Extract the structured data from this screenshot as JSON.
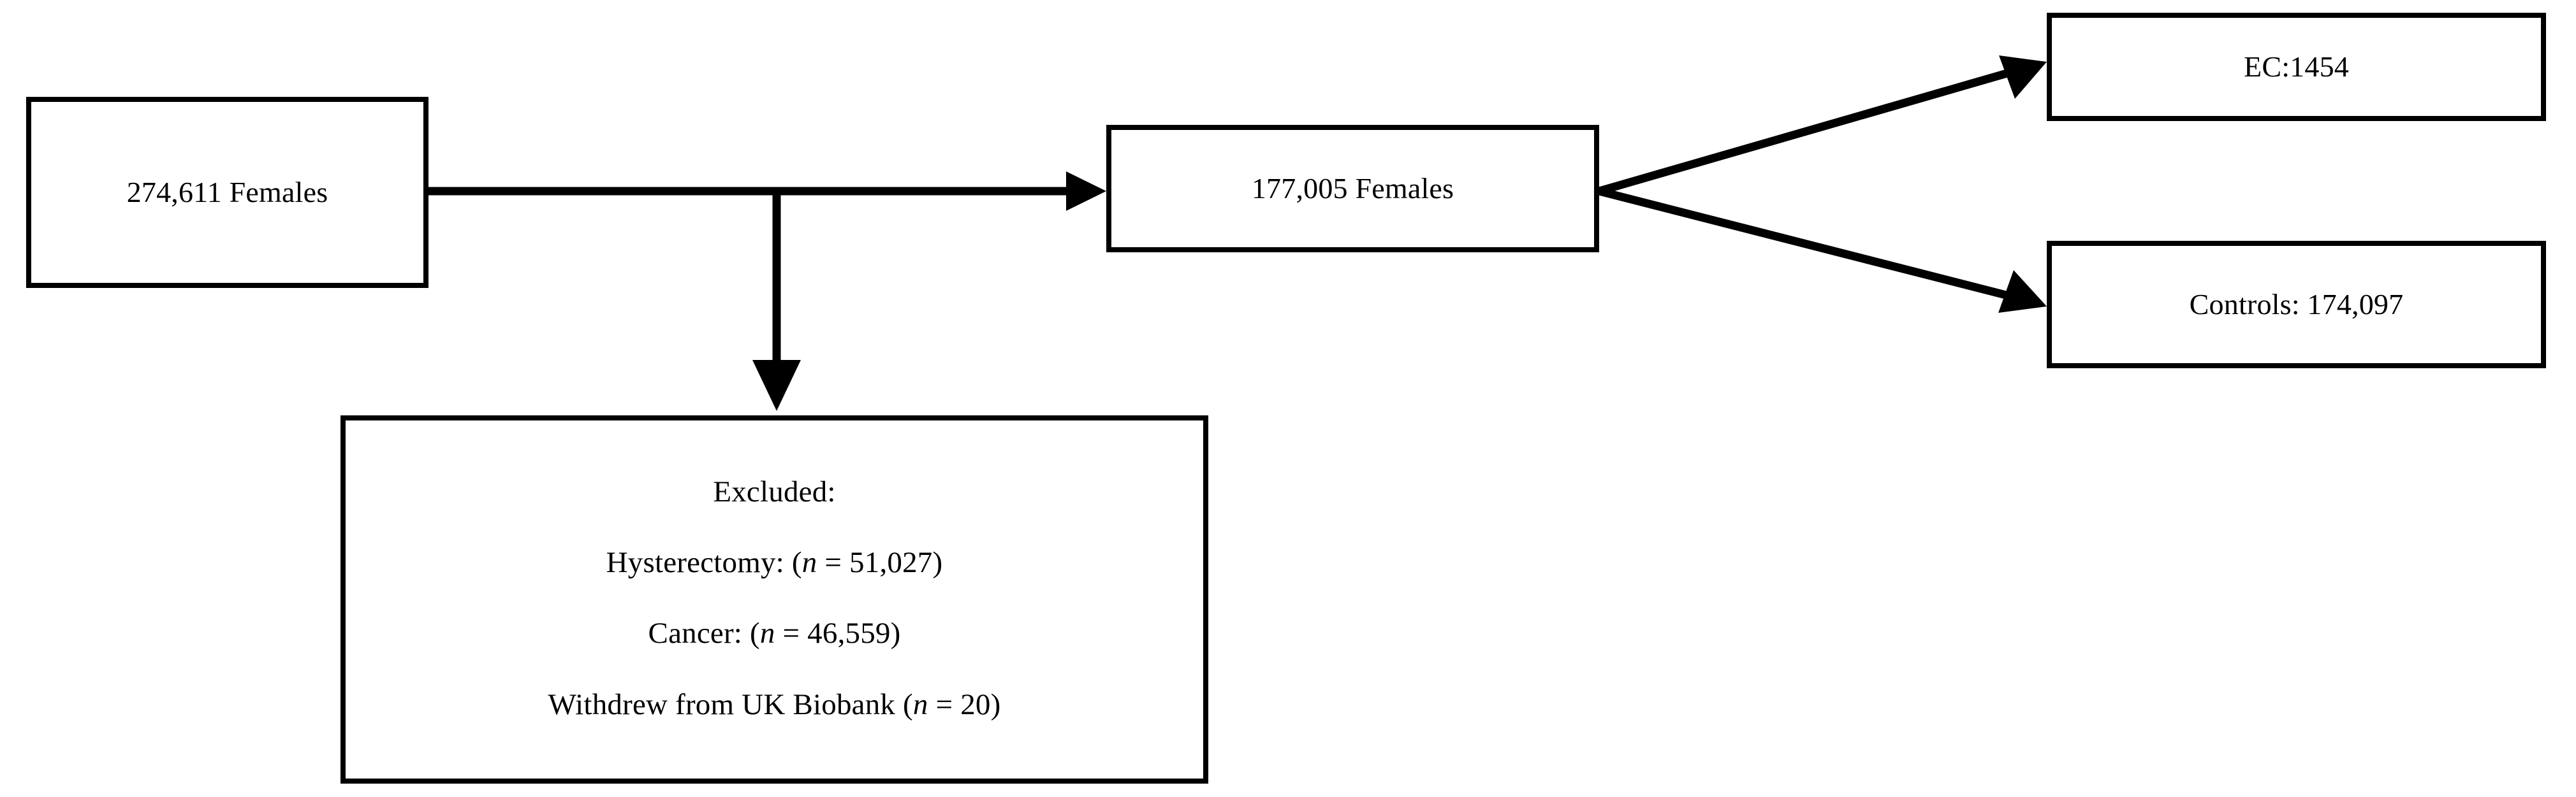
{
  "figure": {
    "type": "flow-diagram",
    "title": "UK Biobank female cohort selection flowchart",
    "background_color": "#ffffff",
    "line_color": "#000000"
  },
  "nodes": {
    "total": {
      "label": "274,611 Females",
      "count": 274611
    },
    "eligible": {
      "label": "177,005 Females",
      "count": 177005
    },
    "ec": {
      "label": "EC:1454",
      "count": 1454
    },
    "controls": {
      "label": "Controls: 174,097",
      "count": 174097
    },
    "excluded": {
      "heading": "Excluded:",
      "items": [
        {
          "prefix": "Hysterectomy: (",
          "variable": "n",
          "equals": " = ",
          "value": "51,027",
          "suffix": ")"
        },
        {
          "prefix": "Cancer: (",
          "variable": "n",
          "equals": " = ",
          "value": "46,559",
          "suffix": ")"
        },
        {
          "prefix": "Withdrew from UK Biobank (",
          "variable": "n",
          "equals": " = ",
          "value": "20",
          "suffix": ")"
        }
      ]
    }
  },
  "edges": [
    {
      "name": "total-to-eligible",
      "from": "total",
      "to": "eligible",
      "style": "straight-arrow"
    },
    {
      "name": "total-to-excluded",
      "from": "total",
      "to": "excluded",
      "style": "branch-down-arrow"
    },
    {
      "name": "eligible-to-ec",
      "from": "eligible",
      "to": "ec",
      "style": "diagonal-arrow-up"
    },
    {
      "name": "eligible-to-controls",
      "from": "eligible",
      "to": "controls",
      "style": "diagonal-arrow-down"
    }
  ]
}
